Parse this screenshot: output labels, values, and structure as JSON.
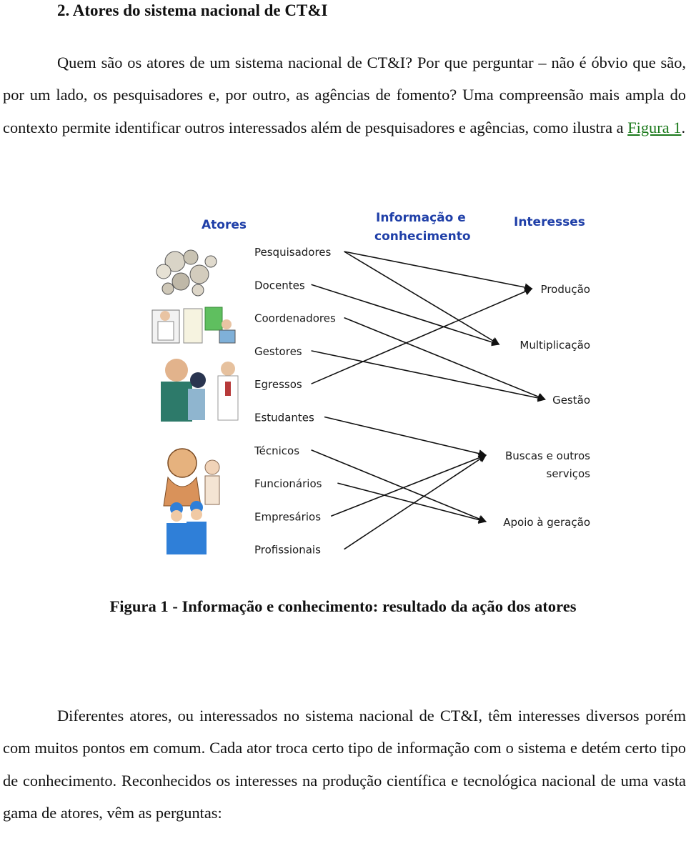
{
  "heading": "2. Atores do sistema nacional de CT&I",
  "paragraph1": {
    "text": "Quem são os atores de um sistema nacional de CT&I? Por que perguntar – não é óbvio que são, por um lado, os pesquisadores e, por outro, as agências de fomento? Uma compreensão mais ampla do contexto permite identificar outros interessados além de pesquisadores e agências, como ilustra a ",
    "link": "Figura 1",
    "end": "."
  },
  "figure": {
    "headers": {
      "actors": "Atores",
      "info_line1": "Informação e",
      "info_line2": "conhecimento",
      "interests": "Interesses"
    },
    "actors": [
      "Pesquisadores",
      "Docentes",
      "Coordenadores",
      "Gestores",
      "Egressos",
      "Estudantes",
      "Técnicos",
      "Funcionários",
      "Empresários",
      "Profissionais"
    ],
    "interests": [
      {
        "line1": "Produção",
        "line2": ""
      },
      {
        "line1": "Multiplicação",
        "line2": ""
      },
      {
        "line1": "Gestão",
        "line2": ""
      },
      {
        "line1": "Buscas e outros",
        "line2": "serviços"
      },
      {
        "line1": "Apoio à geração",
        "line2": ""
      }
    ],
    "connections": [
      {
        "from": "Pesquisadores",
        "to": "Multiplicação"
      },
      {
        "from": "Pesquisadores",
        "to": "Produção"
      },
      {
        "from": "Docentes",
        "to": "Multiplicação"
      },
      {
        "from": "Coordenadores",
        "to": "Gestão"
      },
      {
        "from": "Gestores",
        "to": "Gestão"
      },
      {
        "from": "Egressos",
        "to": "Produção"
      },
      {
        "from": "Estudantes",
        "to": "Buscas e outros serviços"
      },
      {
        "from": "Técnicos",
        "to": "Apoio à geração"
      },
      {
        "from": "Funcionários",
        "to": "Apoio à geração"
      },
      {
        "from": "Empresários",
        "to": "Buscas e outros serviços"
      },
      {
        "from": "Profissionais",
        "to": "Buscas e outros serviços"
      }
    ],
    "colors": {
      "headers": "#1f3fa8",
      "lines": "#111111"
    }
  },
  "caption": "Figura 1 - Informação e conhecimento: resultado da ação dos atores",
  "paragraph2": "Diferentes atores, ou interessados no sistema nacional de CT&I, têm interesses diversos porém com muitos pontos em comum. Cada ator troca certo tipo de informação com o sistema e detém certo tipo de conhecimento. Reconhecidos os interesses na produção científica e tecnológica nacional de uma vasta gama de atores, vêm as perguntas:"
}
